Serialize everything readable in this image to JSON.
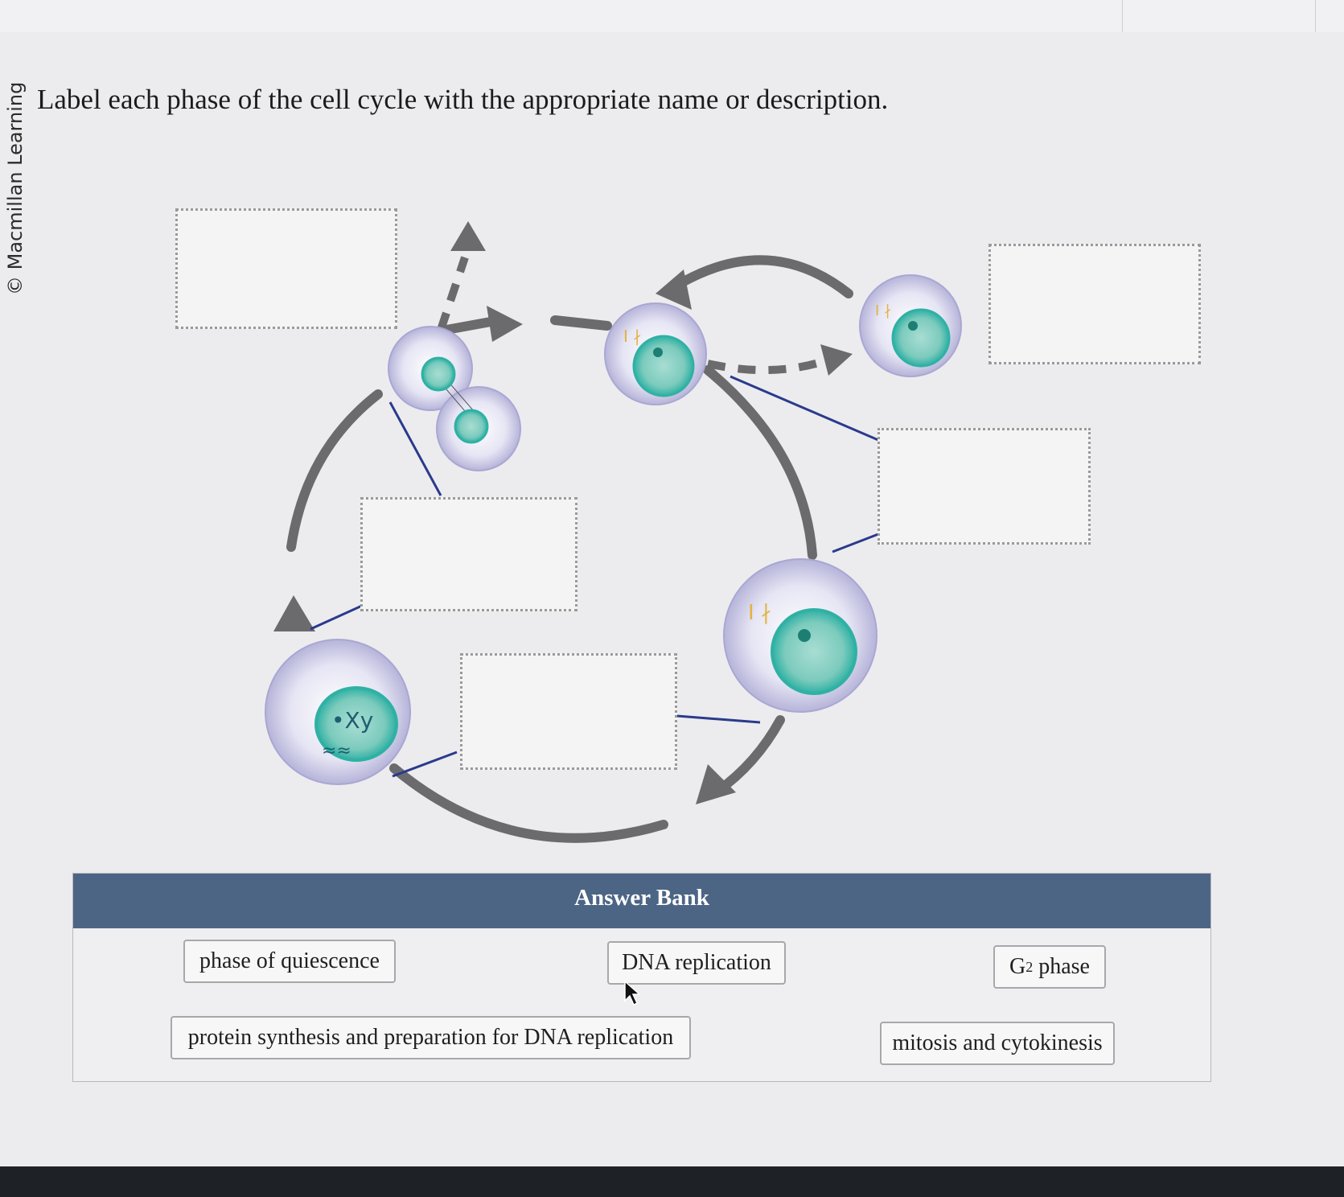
{
  "watermark": "© Macmillan Learning",
  "instruction": "Label each phase of the cell cycle with the appropriate name or description.",
  "answer_bank": {
    "title": "Answer Bank",
    "chips": [
      {
        "label": "phase of quiescence"
      },
      {
        "label": "DNA replication"
      },
      {
        "label": "G",
        "subscript": "2",
        "suffix": " phase"
      },
      {
        "label": "protein synthesis and preparation for DNA replication"
      },
      {
        "label": "mitosis and cytokinesis"
      }
    ]
  },
  "drop_zones": [
    "top-left",
    "top-right",
    "center",
    "right-middle",
    "bottom-center"
  ],
  "colors": {
    "bank_header": "#4c6585",
    "cycle_arrow": "#6b6b6e",
    "leader_line": "#2a3a8c",
    "nucleus": "#3fb5a8",
    "cell": "#d7d6ee"
  }
}
